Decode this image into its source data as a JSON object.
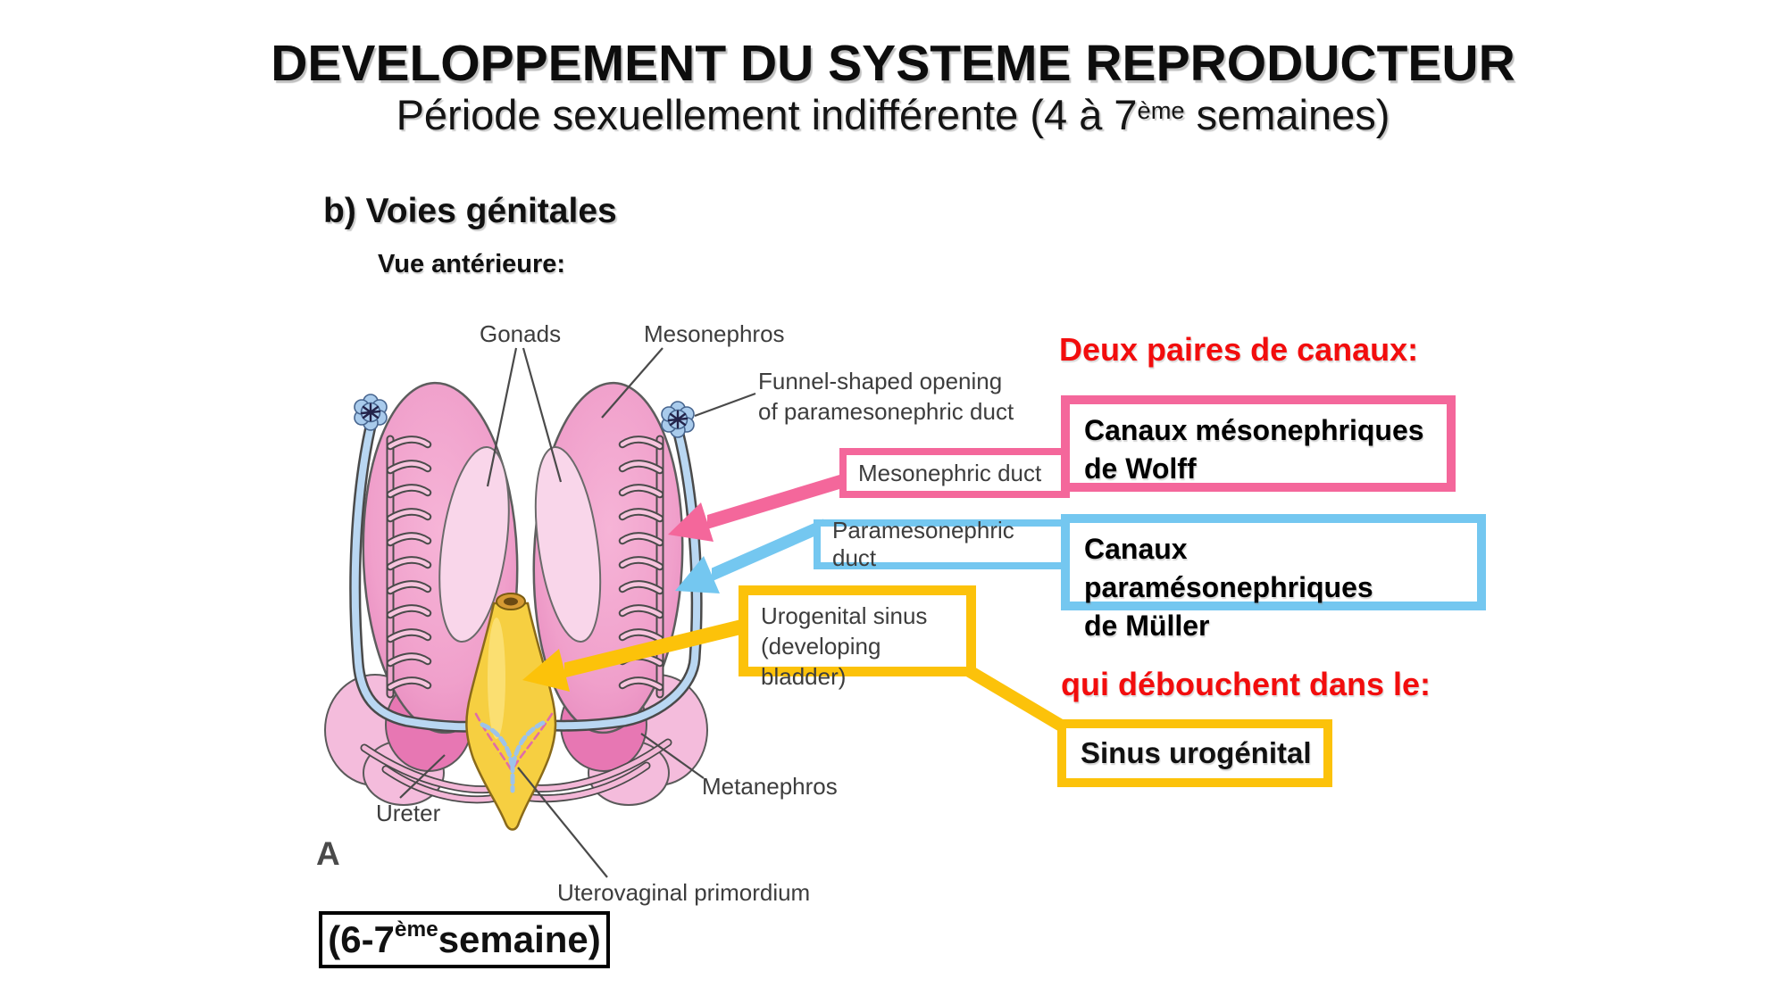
{
  "title": "DEVELOPPEMENT DU SYSTEME REPRODUCTEUR",
  "subtitle": {
    "pre": "Période sexuellement indifférente (4 à 7",
    "sup": "ème",
    "post": " semaines)"
  },
  "section": {
    "heading": "b) Voies génitales",
    "view_label": "Vue antérieure:"
  },
  "figure": {
    "panel_letter": "A",
    "labels": {
      "gonads": "Gonads",
      "mesonephros": "Mesonephros",
      "funnel_line1": "Funnel-shaped opening",
      "funnel_line2": "of paramesonephric duct",
      "mesonephric_duct": "Mesonephric duct",
      "paramesonephric_duct": "Paramesonephric duct",
      "urogenital_sinus_line1": "Urogenital sinus",
      "urogenital_sinus_line2": "(developing bladder)",
      "metanephros": "Metanephros",
      "ureter": "Ureter",
      "uterovaginal_primordium": "Uterovaginal primordium"
    }
  },
  "annotations": {
    "ducts_heading": "Deux paires de canaux:",
    "wolff": {
      "line1": "Canaux mésonephriques",
      "line2": "de Wolff"
    },
    "muller": {
      "line1": "Canaux paramésonephriques",
      "line2": "de Müller"
    },
    "outlet_heading": "qui débouchent dans le:",
    "sinus_label": "Sinus urogénital",
    "week": {
      "pre": "(6-7",
      "sup": "ème",
      "post": " semaine)"
    }
  },
  "colors": {
    "red": "#f20d0d",
    "pink": "#f4679b",
    "blue": "#74c7f0",
    "yellow": "#fcc20a",
    "ink": "#3d3d3d"
  }
}
